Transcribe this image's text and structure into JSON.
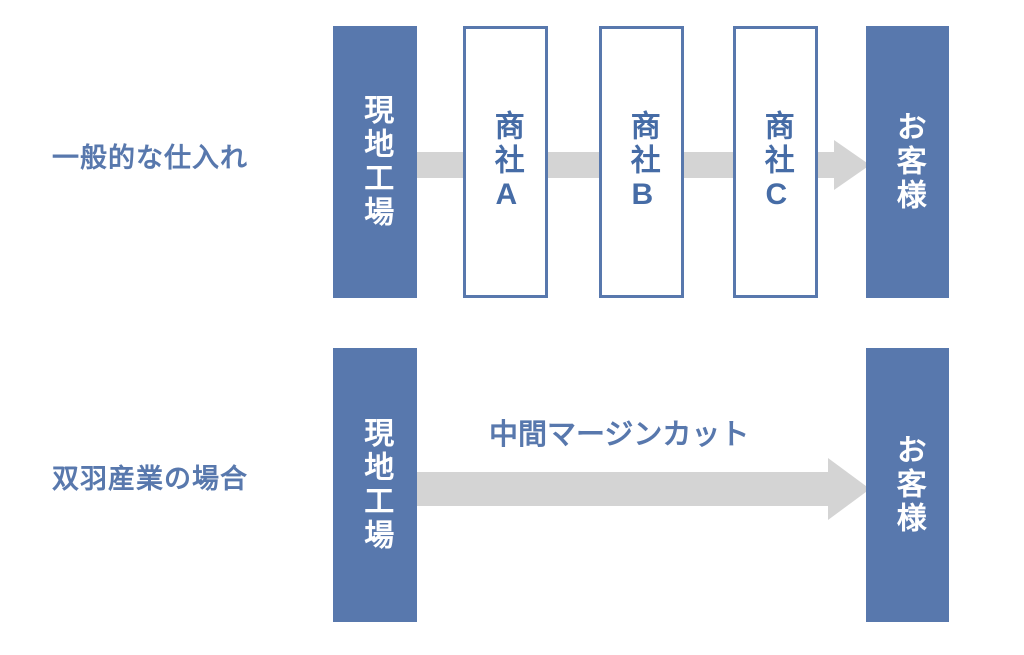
{
  "diagram": {
    "background_color": "#ffffff",
    "accent_blue": "#5878ad",
    "text_blue": "#466ca6",
    "arrow_gray": "#d4d4d4",
    "node_text_white": "#ffffff"
  },
  "rows": [
    {
      "label": "一般的な仕入れ",
      "nodes": [
        {
          "name": "local-factory",
          "text": "現地工場",
          "style": "filled"
        },
        {
          "name": "trading-company-a",
          "text": "商社A",
          "style": "outlined"
        },
        {
          "name": "trading-company-b",
          "text": "商社B",
          "style": "outlined"
        },
        {
          "name": "trading-company-c",
          "text": "商社C",
          "style": "outlined"
        },
        {
          "name": "customer",
          "text": "お客様",
          "style": "filled"
        }
      ],
      "arrow": {
        "name": "flow-arrow-multi-step",
        "direction": "right"
      }
    },
    {
      "label": "双羽産業の場合",
      "nodes": [
        {
          "name": "local-factory",
          "text": "現地工場",
          "style": "filled"
        },
        {
          "name": "customer",
          "text": "お客様",
          "style": "filled"
        }
      ],
      "arrow": {
        "name": "flow-arrow-direct",
        "direction": "right"
      },
      "caption": "中間マージンカット"
    }
  ]
}
